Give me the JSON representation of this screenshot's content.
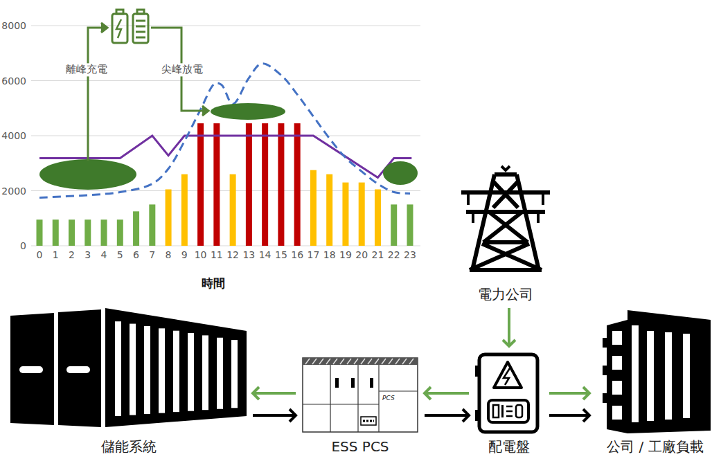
{
  "diagram": {
    "nodes": [
      {
        "text": [
          "電力公司"
        ]
      },
      {
        "text": [
          "儲能系統"
        ]
      },
      {
        "text": [
          "ESS PCS"
        ]
      },
      {
        "text": [
          "配電盤"
        ]
      },
      {
        "text": [
          "公司 / 工廠負載"
        ]
      }
    ],
    "edges": [
      {
        "from": 0,
        "to": 3,
        "arrow": "to"
      },
      {
        "from": 3,
        "to": 2,
        "arrow": "to"
      },
      {
        "from": 2,
        "to": 1,
        "arrow": "to"
      },
      {
        "from": 1,
        "to": 2,
        "arrow": "to"
      },
      {
        "from": 2,
        "to": 3,
        "arrow": "to"
      },
      {
        "from": 3,
        "to": 4,
        "arrow": "to"
      },
      {
        "from": 3,
        "to": 4,
        "arrow": "to"
      }
    ],
    "labels": [
      "0",
      "2000",
      "4000",
      "6000",
      "8000",
      "0",
      "1",
      "2",
      "3",
      "4",
      "5",
      "6",
      "7",
      "8",
      "9",
      "10",
      "11",
      "12",
      "13",
      "14",
      "15",
      "16",
      "17",
      "18",
      "19",
      "20",
      "21",
      "22",
      "23",
      "離峰充電",
      "尖峰放電",
      "時間",
      "PCS"
    ]
  }
}
